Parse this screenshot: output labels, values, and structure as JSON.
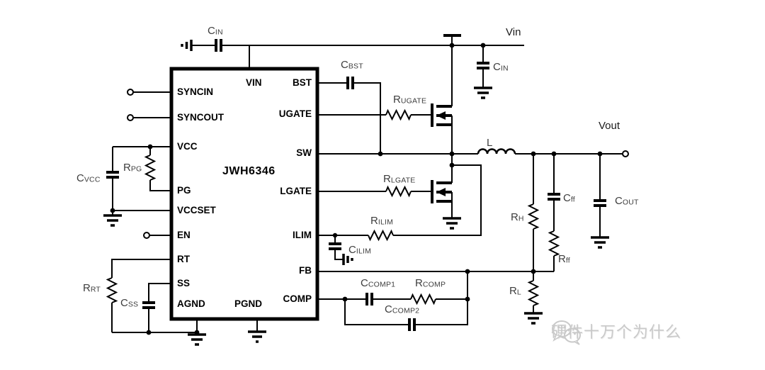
{
  "ic": {
    "name": "JWH6346",
    "pins": {
      "syncin": "SYNCIN",
      "syncout": "SYNCOUT",
      "vcc": "VCC",
      "pg": "PG",
      "vccset": "VCCSET",
      "en": "EN",
      "rt": "RT",
      "ss": "SS",
      "agnd": "AGND",
      "pgnd": "PGND",
      "vin": "VIN",
      "bst": "BST",
      "ugate": "UGATE",
      "sw": "SW",
      "lgate": "LGATE",
      "ilim": "ILIM",
      "fb": "FB",
      "comp": "COMP"
    }
  },
  "nets": {
    "vin": "Vin",
    "vout": "Vout"
  },
  "components": {
    "cin_top": {
      "main": "C",
      "sub": "IN"
    },
    "cin_right": {
      "main": "C",
      "sub": "IN"
    },
    "cbst": {
      "main": "C",
      "sub": "BST"
    },
    "rugate": {
      "main": "R",
      "sub": "UGATE"
    },
    "rlgate": {
      "main": "R",
      "sub": "LGATE"
    },
    "rilim": {
      "main": "R",
      "sub": "ILIM"
    },
    "cilim": {
      "main": "C",
      "sub": "ILIM"
    },
    "inductor": {
      "main": "L",
      "sub": ""
    },
    "rh": {
      "main": "R",
      "sub": "H"
    },
    "cff": {
      "main": "C",
      "sub": "ff"
    },
    "rff": {
      "main": "R",
      "sub": "ff"
    },
    "cout": {
      "main": "C",
      "sub": "OUT"
    },
    "rl": {
      "main": "R",
      "sub": "L"
    },
    "ccomp1": {
      "main": "C",
      "sub": "COMP1"
    },
    "rcomp": {
      "main": "R",
      "sub": "COMP"
    },
    "ccomp2": {
      "main": "C",
      "sub": "COMP2"
    },
    "cvcc": {
      "main": "C",
      "sub": "VCC"
    },
    "rpg": {
      "main": "R",
      "sub": "PG"
    },
    "rrt": {
      "main": "R",
      "sub": "RT"
    },
    "css": {
      "main": "C",
      "sub": "SS"
    }
  },
  "watermark": {
    "text": "硬件十万个为什么"
  }
}
